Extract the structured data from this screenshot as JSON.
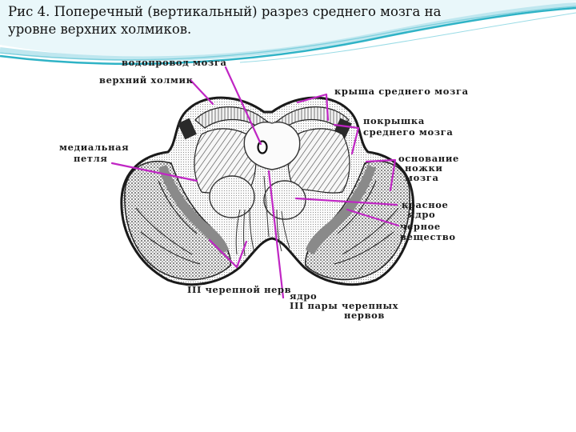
{
  "slide": {
    "title_line1": "Рис 4. Поперечный (вертикальный) разрез среднего мозга на",
    "title_line2": "уровне верхних холмиков."
  },
  "labels": {
    "aqueduct": "водопровод мозга",
    "superior_colliculus": "верхний холмик",
    "medial_lemniscus_1": "медиальная",
    "medial_lemniscus_2": "петля",
    "tectum": "крыша среднего мозга",
    "tegmentum_1": "покрышка",
    "tegmentum_2": "среднего мозга",
    "cerebral_peduncle_base_1": "основание",
    "cerebral_peduncle_base_2": "ножки",
    "cerebral_peduncle_base_3": "мозга",
    "red_nucleus_1": "красное",
    "red_nucleus_2": "ядро",
    "substantia_nigra_1": "черное",
    "substantia_nigra_2": "вещество",
    "oculomotor_nerve": "III черепной нерв",
    "oculomotor_nucleus_1": "ядро",
    "oculomotor_nucleus_2": "III пары черепных",
    "oculomotor_nucleus_3": "нервов"
  },
  "colors": {
    "pointer": "#c026c4",
    "wave_light": "#bfe7ef",
    "wave_teal": "#2fb3c6",
    "tissue_dark": "#2a2a2a",
    "tissue_gray": "#8a8a8a"
  }
}
